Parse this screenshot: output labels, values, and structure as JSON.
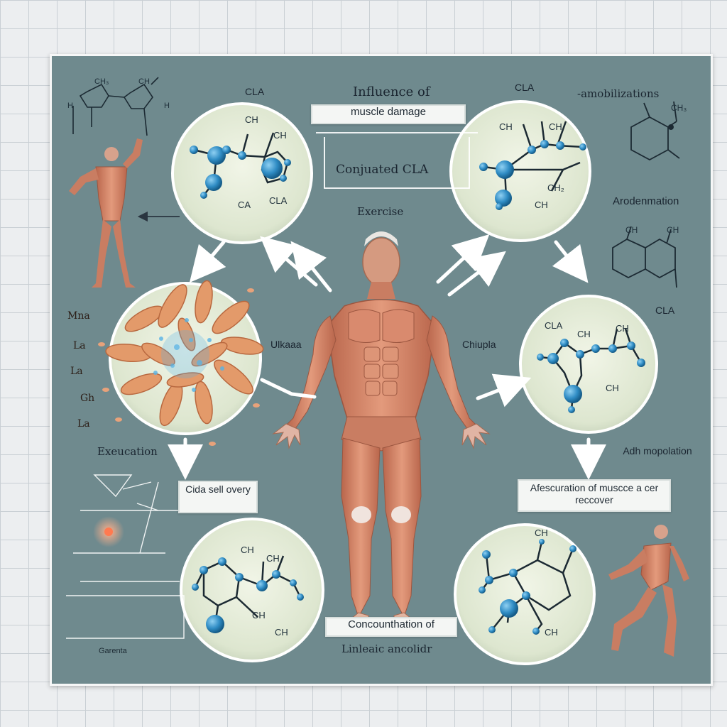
{
  "title_line1": "Influence of",
  "title_box": "muscle damage",
  "center_box": "Conjuated CLA",
  "exercise_label": "Exercise",
  "top_left_label": "CLA",
  "top_right_label": "CLA",
  "top_right_side": "-amobilizations",
  "right_side_label": "Arodenmation",
  "right_mol_label": "CLA",
  "left_mid_label": "Ulkaaa",
  "right_mid_label": "Chiupla",
  "left_lower_label": "Exeucation",
  "left_box": "Cida sell overy",
  "right_lower_label": "Adh mopolation",
  "right_box": "Afescuration of muscce a cer reccover",
  "bottom_box": "Concounthation of",
  "bottom_label": "Linleaic ancolidr",
  "left_bottom_label": "Garenta",
  "left_side_labels": [
    "Mna",
    "La",
    "La",
    "Gh",
    "La"
  ],
  "circle_tl": {
    "labels": [
      "CH",
      "CH",
      "CA",
      "CLA"
    ]
  },
  "circle_tr": {
    "labels": [
      "CH",
      "CH",
      "CH",
      "CH₂"
    ]
  },
  "circle_r": {
    "labels": [
      "CLA",
      "CH",
      "CH",
      "CH"
    ]
  },
  "circle_bl": {
    "labels": [
      "CH",
      "CH",
      "CH",
      "CH"
    ]
  },
  "circle_br": {
    "labels": [
      "CH",
      "CH"
    ]
  },
  "top_left_struct": {
    "labels": [
      "CH₃",
      "CH",
      "H",
      "H"
    ]
  },
  "right_struct_top": {
    "labels": [
      "CH₃"
    ]
  },
  "right_struct_mid": {
    "labels": [
      "CH",
      "CH"
    ]
  },
  "colors": {
    "panel": "#6f8a8e",
    "circle_fill": "#e4ebd8",
    "atom": "#2f8cc4",
    "muscle": "#d4866a",
    "arrow": "#ffffff"
  }
}
